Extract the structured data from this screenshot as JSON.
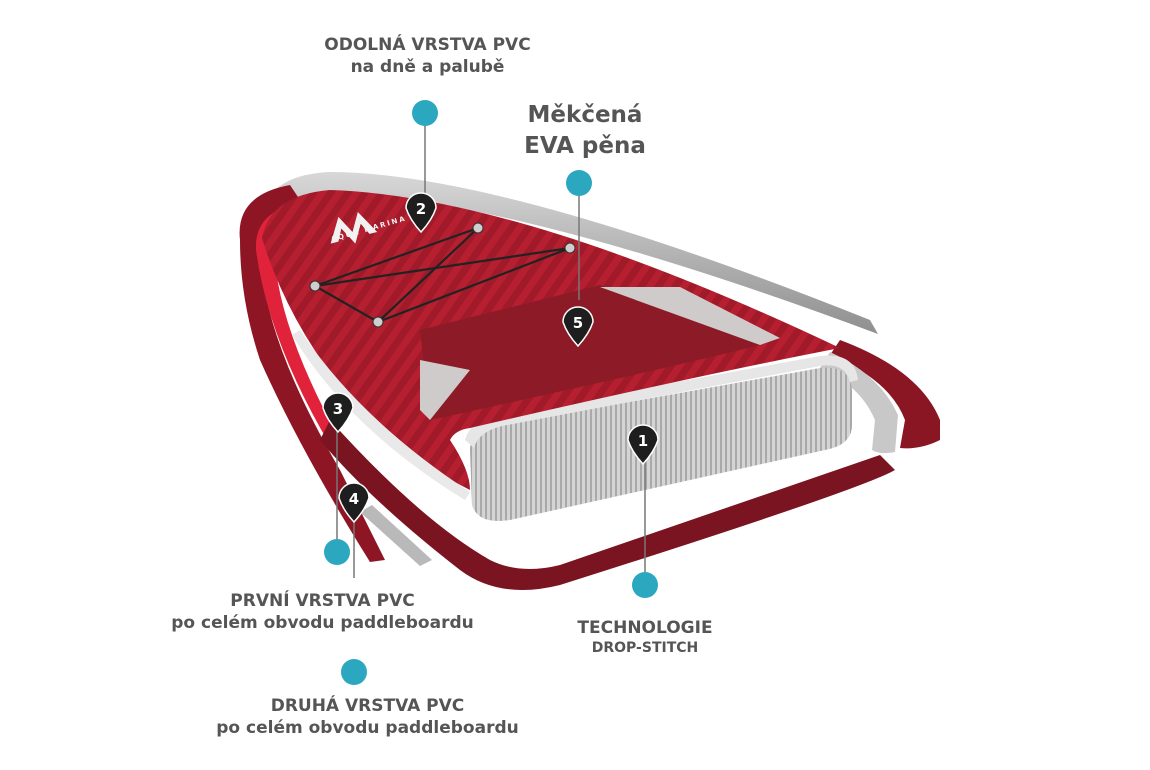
{
  "labels": {
    "pvc_deck": {
      "line1": "ODOLNÁ VRSTVA PVC",
      "line2": "na dně a palubě"
    },
    "eva": {
      "line1": "Měkčená",
      "line2": "EVA pěna"
    },
    "pvc1": {
      "line1": "PRVNÍ VRSTVA PVC",
      "line2": "po celém obvodu paddleboardu"
    },
    "pvc2": {
      "line1": "DRUHÁ VRSTVA PVC",
      "line2": "po celém obvodu paddleboardu"
    },
    "dropstitch": {
      "line1": "TECHNOLOGIE",
      "line2": "DROP-STITCH"
    }
  },
  "markers": [
    {
      "num": "1"
    },
    {
      "num": "2"
    },
    {
      "num": "3"
    },
    {
      "num": "4"
    },
    {
      "num": "5"
    }
  ],
  "brand": {
    "logo_text": "AQUA MARINA"
  },
  "colors": {
    "dot": "#2ba8bf",
    "board_red": "#b01d2e",
    "board_dark": "#7a1420",
    "marker": "#1e1e1e",
    "text": "#555555"
  }
}
